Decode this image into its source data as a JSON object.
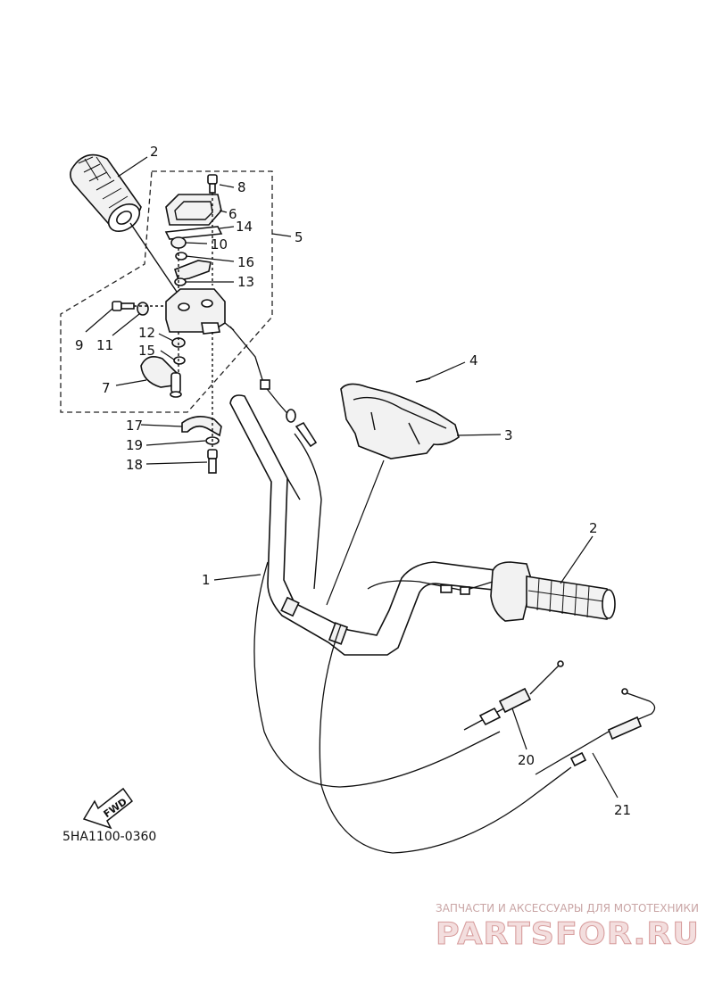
{
  "diagram": {
    "code": "5HA1100-0360",
    "direction_label": "FWD",
    "callouts": [
      {
        "id": "c1",
        "text": "1"
      },
      {
        "id": "c2a",
        "text": "2"
      },
      {
        "id": "c2b",
        "text": "2"
      },
      {
        "id": "c3",
        "text": "3"
      },
      {
        "id": "c4",
        "text": "4"
      },
      {
        "id": "c5",
        "text": "5"
      },
      {
        "id": "c6",
        "text": "6"
      },
      {
        "id": "c7",
        "text": "7"
      },
      {
        "id": "c8",
        "text": "8"
      },
      {
        "id": "c9",
        "text": "9"
      },
      {
        "id": "c10",
        "text": "10"
      },
      {
        "id": "c11",
        "text": "11"
      },
      {
        "id": "c12",
        "text": "12"
      },
      {
        "id": "c13",
        "text": "13"
      },
      {
        "id": "c14",
        "text": "14"
      },
      {
        "id": "c15",
        "text": "15"
      },
      {
        "id": "c16",
        "text": "16"
      },
      {
        "id": "c17",
        "text": "17"
      },
      {
        "id": "c18",
        "text": "18"
      },
      {
        "id": "c19",
        "text": "19"
      },
      {
        "id": "c20",
        "text": "20"
      },
      {
        "id": "c21",
        "text": "21"
      }
    ]
  },
  "watermark": {
    "tagline": "ЗАПЧАСТИ И АКСЕССУАРЫ ДЛЯ МОТОТЕХНИКИ",
    "logo": "PARTSFOR.RU"
  }
}
